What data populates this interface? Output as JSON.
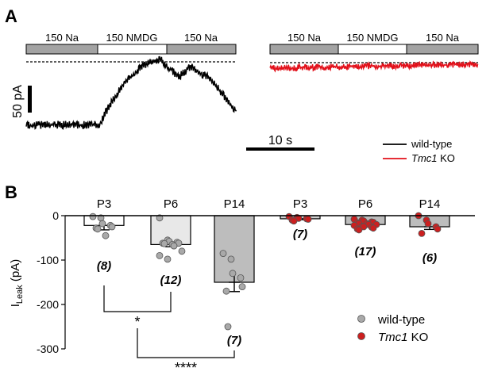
{
  "panel_a": {
    "label": "A",
    "solution_bar": [
      "150 Na",
      "150 NMDG",
      "150 Na"
    ],
    "current_scale": "50 pA",
    "time_scale": "10 s",
    "legend": [
      {
        "name": "wild-type",
        "color": "#000000"
      },
      {
        "name": "Tmc1",
        "suffix": " KO",
        "color": "#e2101a"
      }
    ]
  },
  "panel_b": {
    "label": "B",
    "ylabel_main": "I",
    "ylabel_sub": "Leak",
    "ylabel_unit": " (pA)",
    "legend": [
      {
        "name": "wild-type",
        "color": "#a9a9a9"
      },
      {
        "name": "Tmc1",
        "suffix": " KO",
        "color": "#cc1f1f"
      }
    ],
    "significance": [
      {
        "from": 0,
        "to": 1,
        "label": "*"
      },
      {
        "from": 0,
        "to": 2,
        "label": "****"
      }
    ]
  },
  "chart_data": {
    "type": "bar",
    "categories": [
      "P3",
      "P6",
      "P14",
      "P3",
      "P6",
      "P14"
    ],
    "ylim": [
      -300,
      0
    ],
    "yticks": [
      0,
      -100,
      -200,
      -300
    ],
    "series": [
      {
        "name": "wild-type",
        "values": [
          -22,
          -65,
          -150
        ],
        "sem": [
          10,
          5,
          21
        ],
        "n": [
          "(8)",
          "(12)",
          "(7)"
        ],
        "bar_colors": [
          "#ffffff",
          "#e8e8e8",
          "#bdbdbd"
        ],
        "points": [
          [
            -2,
            -5,
            -18,
            -22,
            -25,
            -28,
            -30,
            -45
          ],
          [
            -5,
            -55,
            -58,
            -60,
            -62,
            -62,
            -63,
            -65,
            -68,
            -80,
            -90,
            -98
          ],
          [
            -85,
            -98,
            -130,
            -140,
            -160,
            -170,
            -250
          ]
        ]
      },
      {
        "name": "Tmc1 KO",
        "values": [
          -7,
          -20,
          -25
        ],
        "sem": [
          2,
          3,
          6
        ],
        "n": [
          "(7)",
          "(17)",
          "(6)"
        ],
        "bar_colors": [
          "#cfcfcf",
          "#bdbdbd",
          "#bdbdbd"
        ],
        "points": [
          [
            -2,
            -4,
            -6,
            -7,
            -8,
            -10,
            -12
          ],
          [
            -8,
            -10,
            -12,
            -14,
            -15,
            -16,
            -18,
            -18,
            -20,
            -20,
            -22,
            -24,
            -25,
            -26,
            -28,
            -30,
            -32
          ],
          [
            0,
            -10,
            -18,
            -25,
            -30,
            -40
          ]
        ]
      }
    ]
  }
}
